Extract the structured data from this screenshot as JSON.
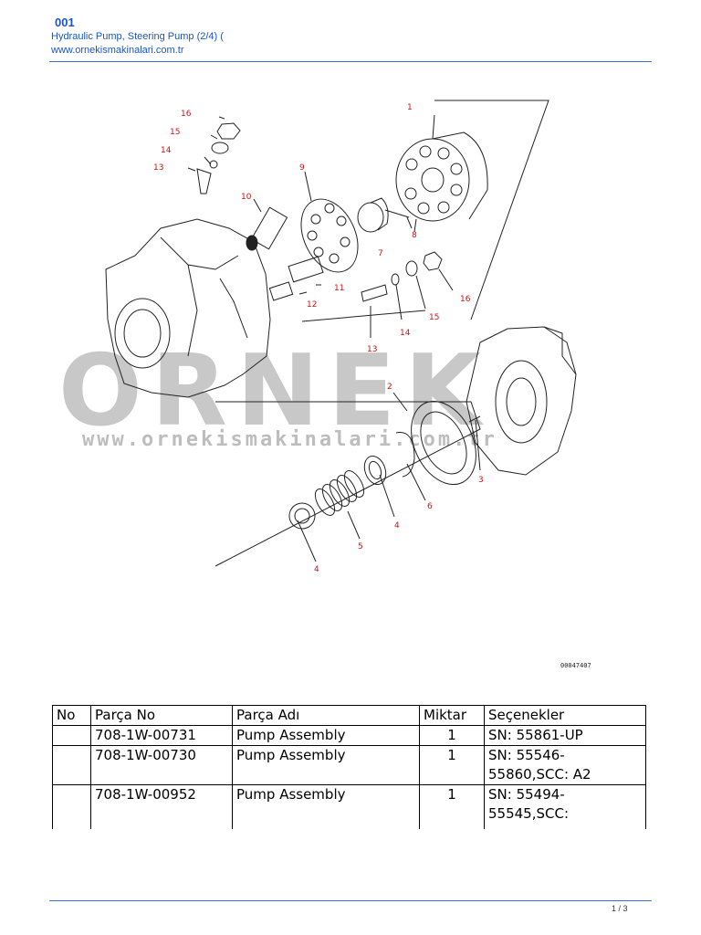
{
  "header": {
    "number": "001",
    "title": "Hydraulic Pump, Steering Pump (2/4) (",
    "website": "www.ornekismakinalari.com.tr"
  },
  "diagram": {
    "watermark_logo": "ORNEK",
    "watermark_url": "www.ornekismakinalari.com.tr",
    "image_code": "00047407",
    "callouts": [
      "16",
      "15",
      "14",
      "13",
      "10",
      "9",
      "1",
      "7",
      "8",
      "12",
      "11",
      "13",
      "14",
      "15",
      "16",
      "2",
      "3",
      "6",
      "4",
      "5",
      "4"
    ]
  },
  "table": {
    "headers": [
      "No",
      "Parça No",
      "Parça Adı",
      "Miktar",
      "Seçenekler"
    ],
    "rows": [
      {
        "no": "",
        "part_no": "708-1W-00731",
        "name": "Pump Assembly",
        "qty": "1",
        "options": "SN: 55861-UP"
      },
      {
        "no": "",
        "part_no": "708-1W-00730",
        "name": "Pump Assembly",
        "qty": "1",
        "options": "SN: 55546-55860,SCC: A2"
      },
      {
        "no": "",
        "part_no": "708-1W-00952",
        "name": "Pump Assembly",
        "qty": "1",
        "options": "SN: 55494-55545,SCC:"
      }
    ]
  },
  "footer": {
    "page": "1 / 3"
  },
  "colors": {
    "link_blue": "#1a55c8",
    "callout_red": "#d01010",
    "watermark_gray": "#bdbdbd"
  }
}
